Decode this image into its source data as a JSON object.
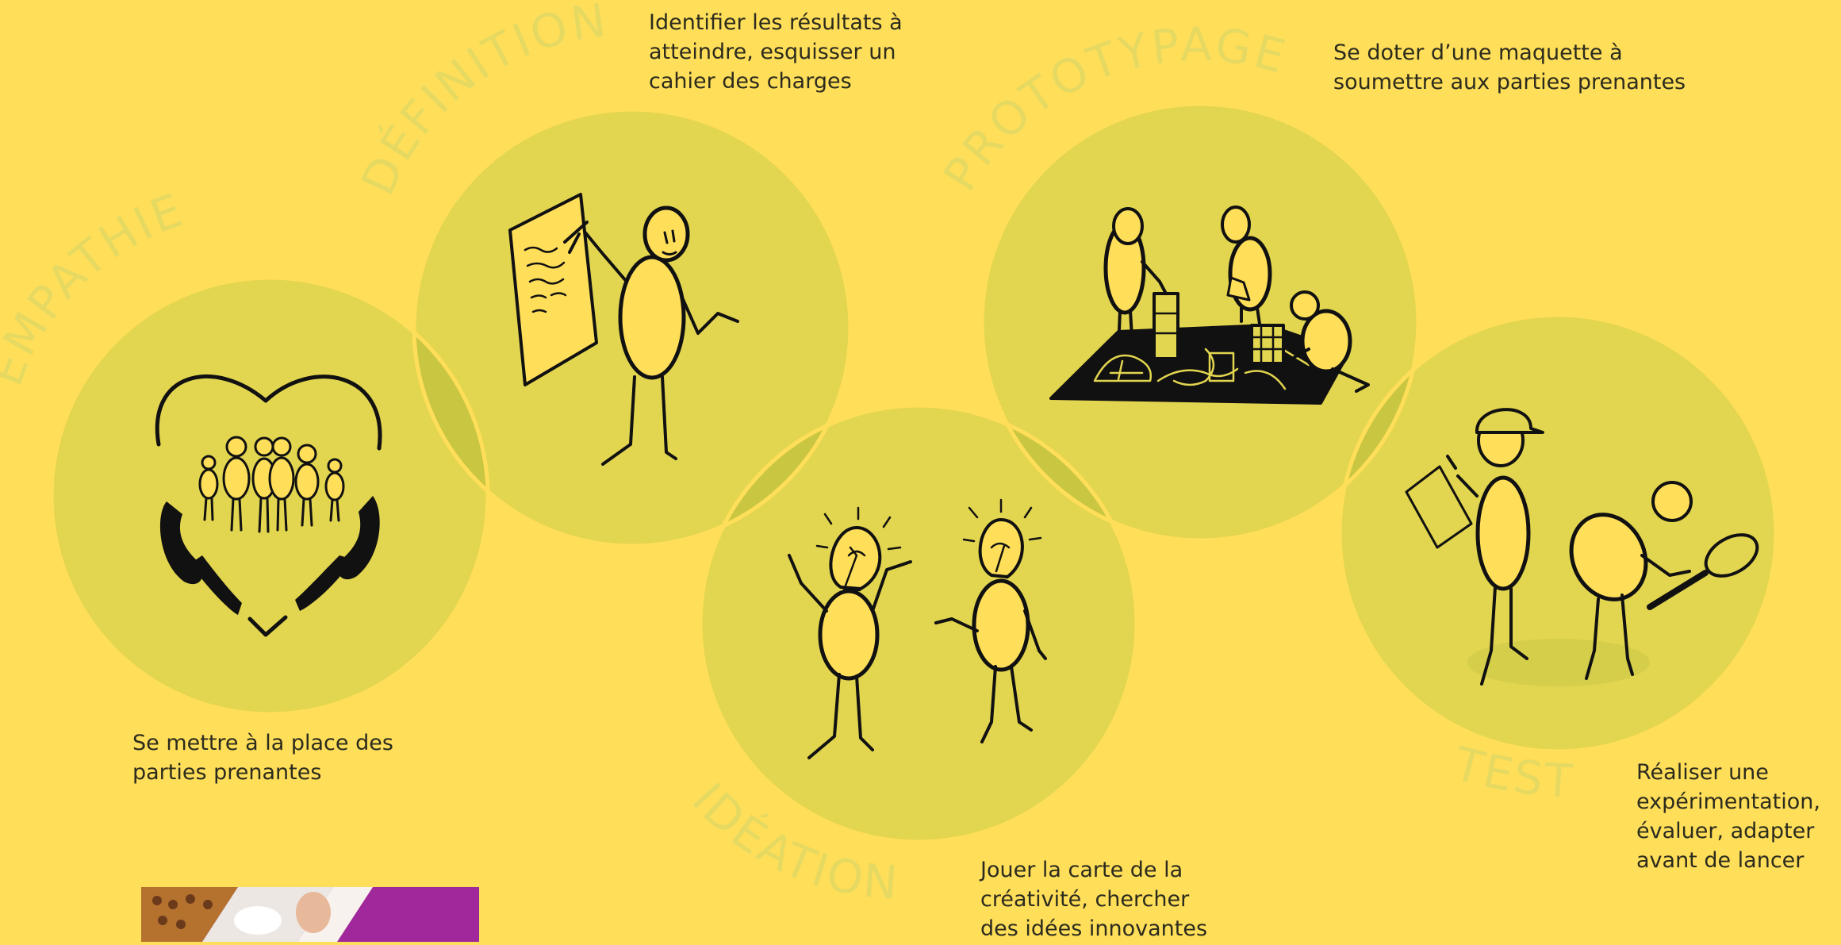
{
  "colors": {
    "background": "#FFDE59",
    "circle": "#E2D54F",
    "overlap": "#C9C642",
    "stage_title": "#E6D961",
    "ink": "#111111"
  },
  "stages": [
    {
      "title": "EMPATHIE",
      "icon": "heart-people-icon",
      "description": [
        "Se mettre à la place des",
        "parties prenantes"
      ]
    },
    {
      "title": "DÉFINITION",
      "icon": "person-writing-board-icon",
      "description": [
        "Identifier les résultats à",
        "atteindre, esquisser un",
        "cahier des charges"
      ]
    },
    {
      "title": "IDÉATION",
      "icon": "lightbulb-people-icon",
      "description": [
        "Jouer la carte de la",
        "créativité, chercher",
        "des idées innovantes"
      ]
    },
    {
      "title": "PROTOTYPAGE",
      "icon": "people-building-model-icon",
      "description": [
        "Se doter d’une maquette à",
        "soumettre aux parties prenantes"
      ]
    },
    {
      "title": "TEST",
      "icon": "person-inspecting-magnifier-icon",
      "description": [
        "Réaliser une",
        "expérimentation,",
        "évaluer, adapter",
        "avant de lancer"
      ]
    }
  ],
  "thumbnail": {
    "icon": "collage-photo-icon"
  }
}
